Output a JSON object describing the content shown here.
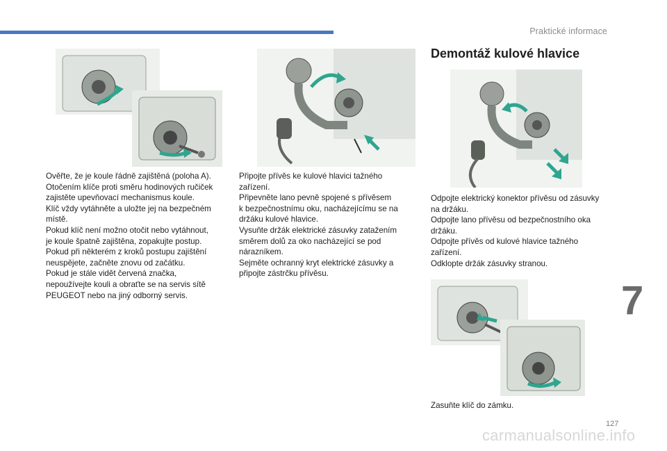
{
  "header": {
    "section_title": "Praktické informace"
  },
  "chapter_number": "7",
  "page_number": "127",
  "watermark": "carmanualsonline.info",
  "section_heading": "Demontáž kulové hlavice",
  "columns": {
    "left": {
      "lines": [
        "Ověřte, že je koule řádně zajištěná (poloha A).",
        "Otočením klíče proti směru hodinových ručiček",
        "zajistěte upevňovací mechanismus koule.",
        "Klíč vždy vytáhněte a uložte jej na bezpečném",
        "místě.",
        "Pokud klíč není možno otočit nebo vytáhnout,",
        "je koule špatně zajištěna, zopakujte postup.",
        "Pokud při některém z kroků postupu zajištění",
        "neuspějete, začněte znovu od začátku.",
        "Pokud je stále vidět červená značka,",
        "nepoužívejte kouli a obraťte se na servis sítě",
        "PEUGEOT nebo na jiný odborný servis."
      ]
    },
    "middle": {
      "lines": [
        "Připojte přívěs ke kulové hlavici tažného",
        "zařízení.",
        "Připevněte lano pevně spojené s přívěsem",
        "k bezpečnostnímu oku, nacházejícímu se na",
        "držáku kulové hlavice.",
        "Vysuňte držák elektrické zásuvky zatažením",
        "směrem dolů za oko nacházející se pod",
        "nárazníkem.",
        "Sejměte ochranný kryt elektrické zásuvky a",
        "připojte zástrčku přívěsu."
      ]
    },
    "right": {
      "lines": [
        "Odpojte elektrický konektor přívěsu od zásuvky",
        "na držáku.",
        "Odpojte lano přívěsu od bezpečnostního oka",
        "držáku.",
        "Odpojte přívěs od kulové hlavice tažného",
        "zařízení.",
        "Odklopte držák zásuvky stranou."
      ],
      "caption": "Zasuňte klíč do zámku."
    }
  },
  "colors": {
    "accent_bar": "#4a78c2",
    "arrow": "#2ea58f"
  }
}
